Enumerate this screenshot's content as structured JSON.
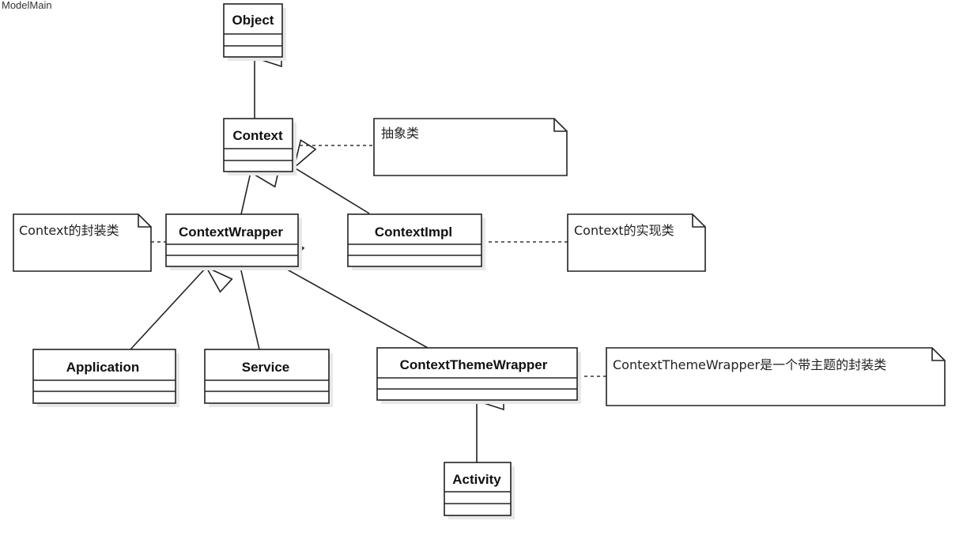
{
  "header": {
    "label": "ModelMain"
  },
  "classes": {
    "object": "Object",
    "context": "Context",
    "context_wrapper": "ContextWrapper",
    "context_impl": "ContextImpl",
    "application": "Application",
    "service": "Service",
    "context_theme_wrapper": "ContextThemeWrapper",
    "activity": "Activity"
  },
  "notes": {
    "context": "抽象类",
    "context_wrapper": "Context的封装类",
    "context_impl": "Context的实现类",
    "context_theme_wrapper": "ContextThemeWrapper是一个带主题的封装类"
  },
  "relations": [
    {
      "type": "generalization",
      "from": "Context",
      "to": "Object"
    },
    {
      "type": "generalization",
      "from": "ContextWrapper",
      "to": "Context"
    },
    {
      "type": "generalization",
      "from": "ContextImpl",
      "to": "Context"
    },
    {
      "type": "generalization",
      "from": "Application",
      "to": "ContextWrapper"
    },
    {
      "type": "generalization",
      "from": "Service",
      "to": "ContextWrapper"
    },
    {
      "type": "generalization",
      "from": "ContextThemeWrapper",
      "to": "ContextWrapper"
    },
    {
      "type": "generalization",
      "from": "Activity",
      "to": "ContextThemeWrapper"
    }
  ]
}
